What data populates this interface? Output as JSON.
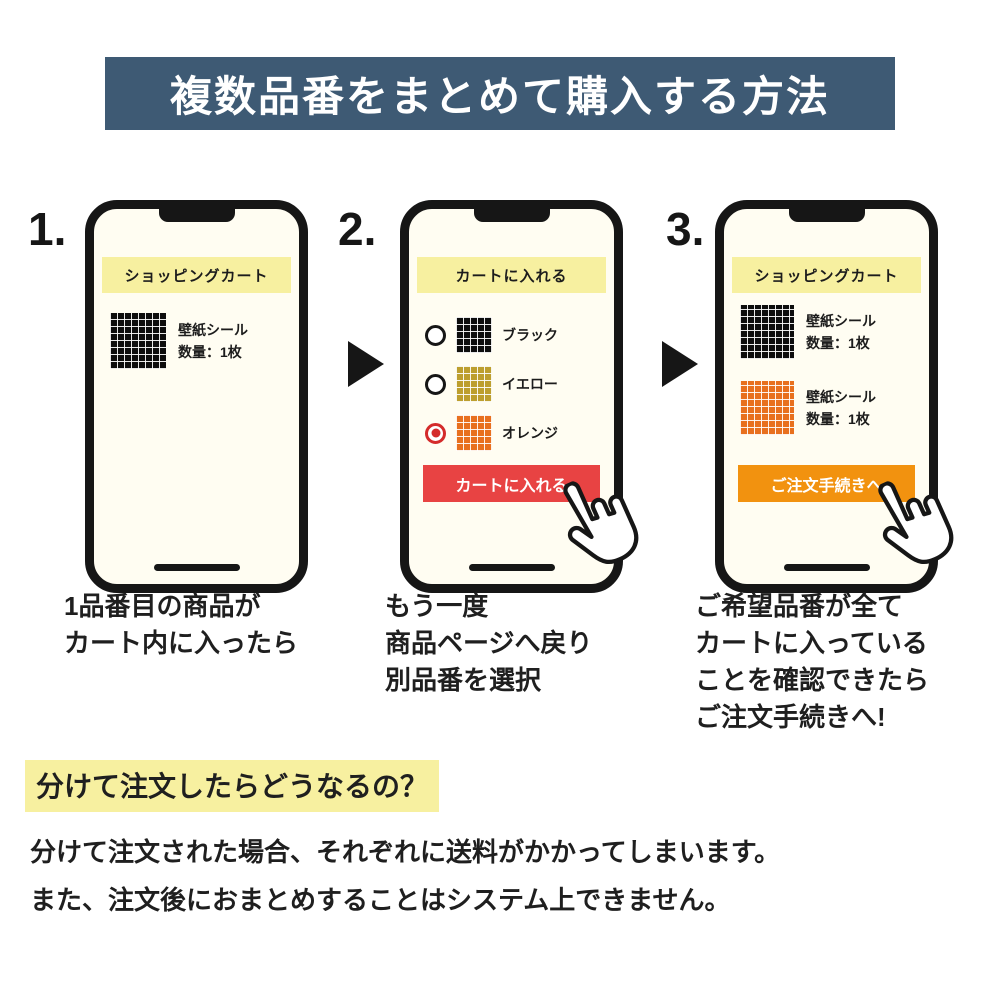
{
  "title": "複数品番をまとめて購入する方法",
  "colors": {
    "banner_bg": "#3e5a74",
    "banner_text": "#ffffff",
    "phone_screen": "#fffdf2",
    "phone_frame": "#161616",
    "label_bar_bg": "#f7f0a0",
    "add_to_cart_button": "#e84343",
    "checkout_button": "#f2920f",
    "radio_selected": "#d42b2b",
    "swatch_black": "#0d0d0d",
    "swatch_yellow": "#bd9f2e",
    "swatch_orange": "#e8701e",
    "highlight": "#f7f0a0"
  },
  "steps": [
    {
      "number": "1.",
      "phone": {
        "header": "ショッピングカート",
        "items": [
          {
            "name": "壁紙シール",
            "qty": "数量：1枚",
            "swatch": "black"
          }
        ]
      },
      "caption": "1品番目の商品が\nカート内に入ったら"
    },
    {
      "number": "2.",
      "phone": {
        "header": "カートに入れる",
        "options": [
          {
            "label": "ブラック",
            "swatch": "black",
            "selected": false
          },
          {
            "label": "イエロー",
            "swatch": "yellow",
            "selected": false
          },
          {
            "label": "オレンジ",
            "swatch": "orange",
            "selected": true
          }
        ],
        "button": "カートに入れる"
      },
      "caption": "もう一度\n商品ページへ戻り\n別品番を選択"
    },
    {
      "number": "3.",
      "phone": {
        "header": "ショッピングカート",
        "items": [
          {
            "name": "壁紙シール",
            "qty": "数量：1枚",
            "swatch": "black"
          },
          {
            "name": "壁紙シール",
            "qty": "数量：1枚",
            "swatch": "orange"
          }
        ],
        "button": "ご注文手続きへ"
      },
      "caption": "ご希望品番が全て\nカートに入っている\nことを確認できたら\nご注文手続きへ!"
    }
  ],
  "footer": {
    "heading": "分けて注文したらどうなるの？",
    "lines": [
      "分けて注文された場合、それぞれに送料がかかってしまいます。",
      "また、注文後におまとめすることはシステム上できません。"
    ]
  },
  "icons": {
    "arrow": "right-triangle-arrow",
    "cursor": "hand-pointer"
  }
}
